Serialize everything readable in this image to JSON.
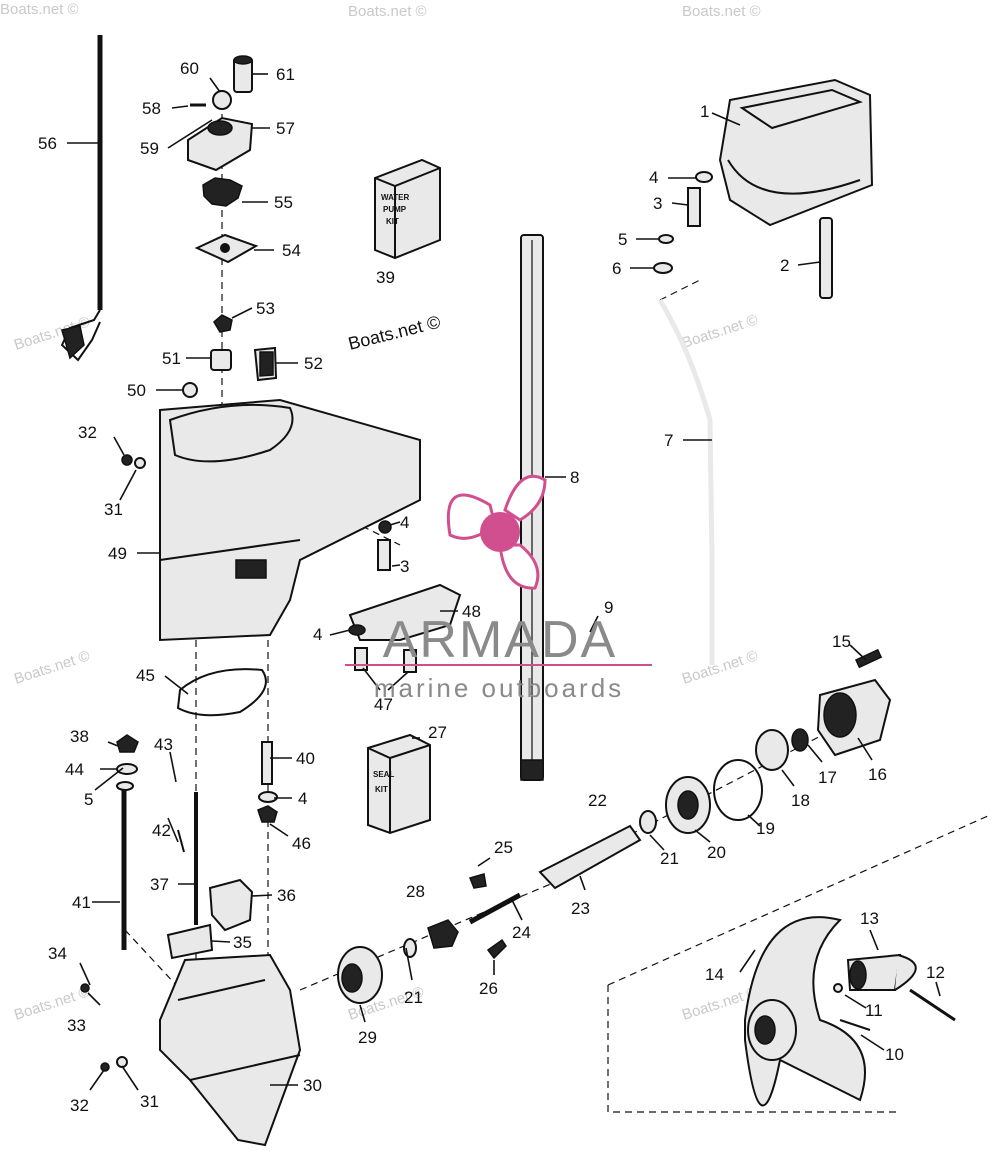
{
  "watermark": {
    "text": "Boats.net ©"
  },
  "logo": {
    "brand": "ARMADA",
    "tagline": "marine outboards",
    "brand_color": "#d24f8f",
    "logo_gray": "#8a8a8a"
  },
  "kits": {
    "water_pump": [
      "WATER",
      "PUMP",
      "KIT"
    ],
    "seal": [
      "SEAL",
      "KIT"
    ]
  },
  "callouts": [
    "1",
    "2",
    "3",
    "4",
    "5",
    "6",
    "7",
    "8",
    "9",
    "10",
    "11",
    "12",
    "13",
    "14",
    "15",
    "16",
    "17",
    "18",
    "19",
    "20",
    "21",
    "22",
    "23",
    "24",
    "25",
    "26",
    "27",
    "28",
    "29",
    "30",
    "31",
    "32",
    "33",
    "34",
    "35",
    "36",
    "37",
    "38",
    "39",
    "40",
    "41",
    "42",
    "43",
    "44",
    "45",
    "46",
    "47",
    "48",
    "49",
    "50",
    "51",
    "52",
    "53",
    "54",
    "55",
    "56",
    "57",
    "58",
    "59",
    "60",
    "61",
    "4",
    "3",
    "4",
    "21",
    "5",
    "4",
    "3",
    "32",
    "31"
  ]
}
